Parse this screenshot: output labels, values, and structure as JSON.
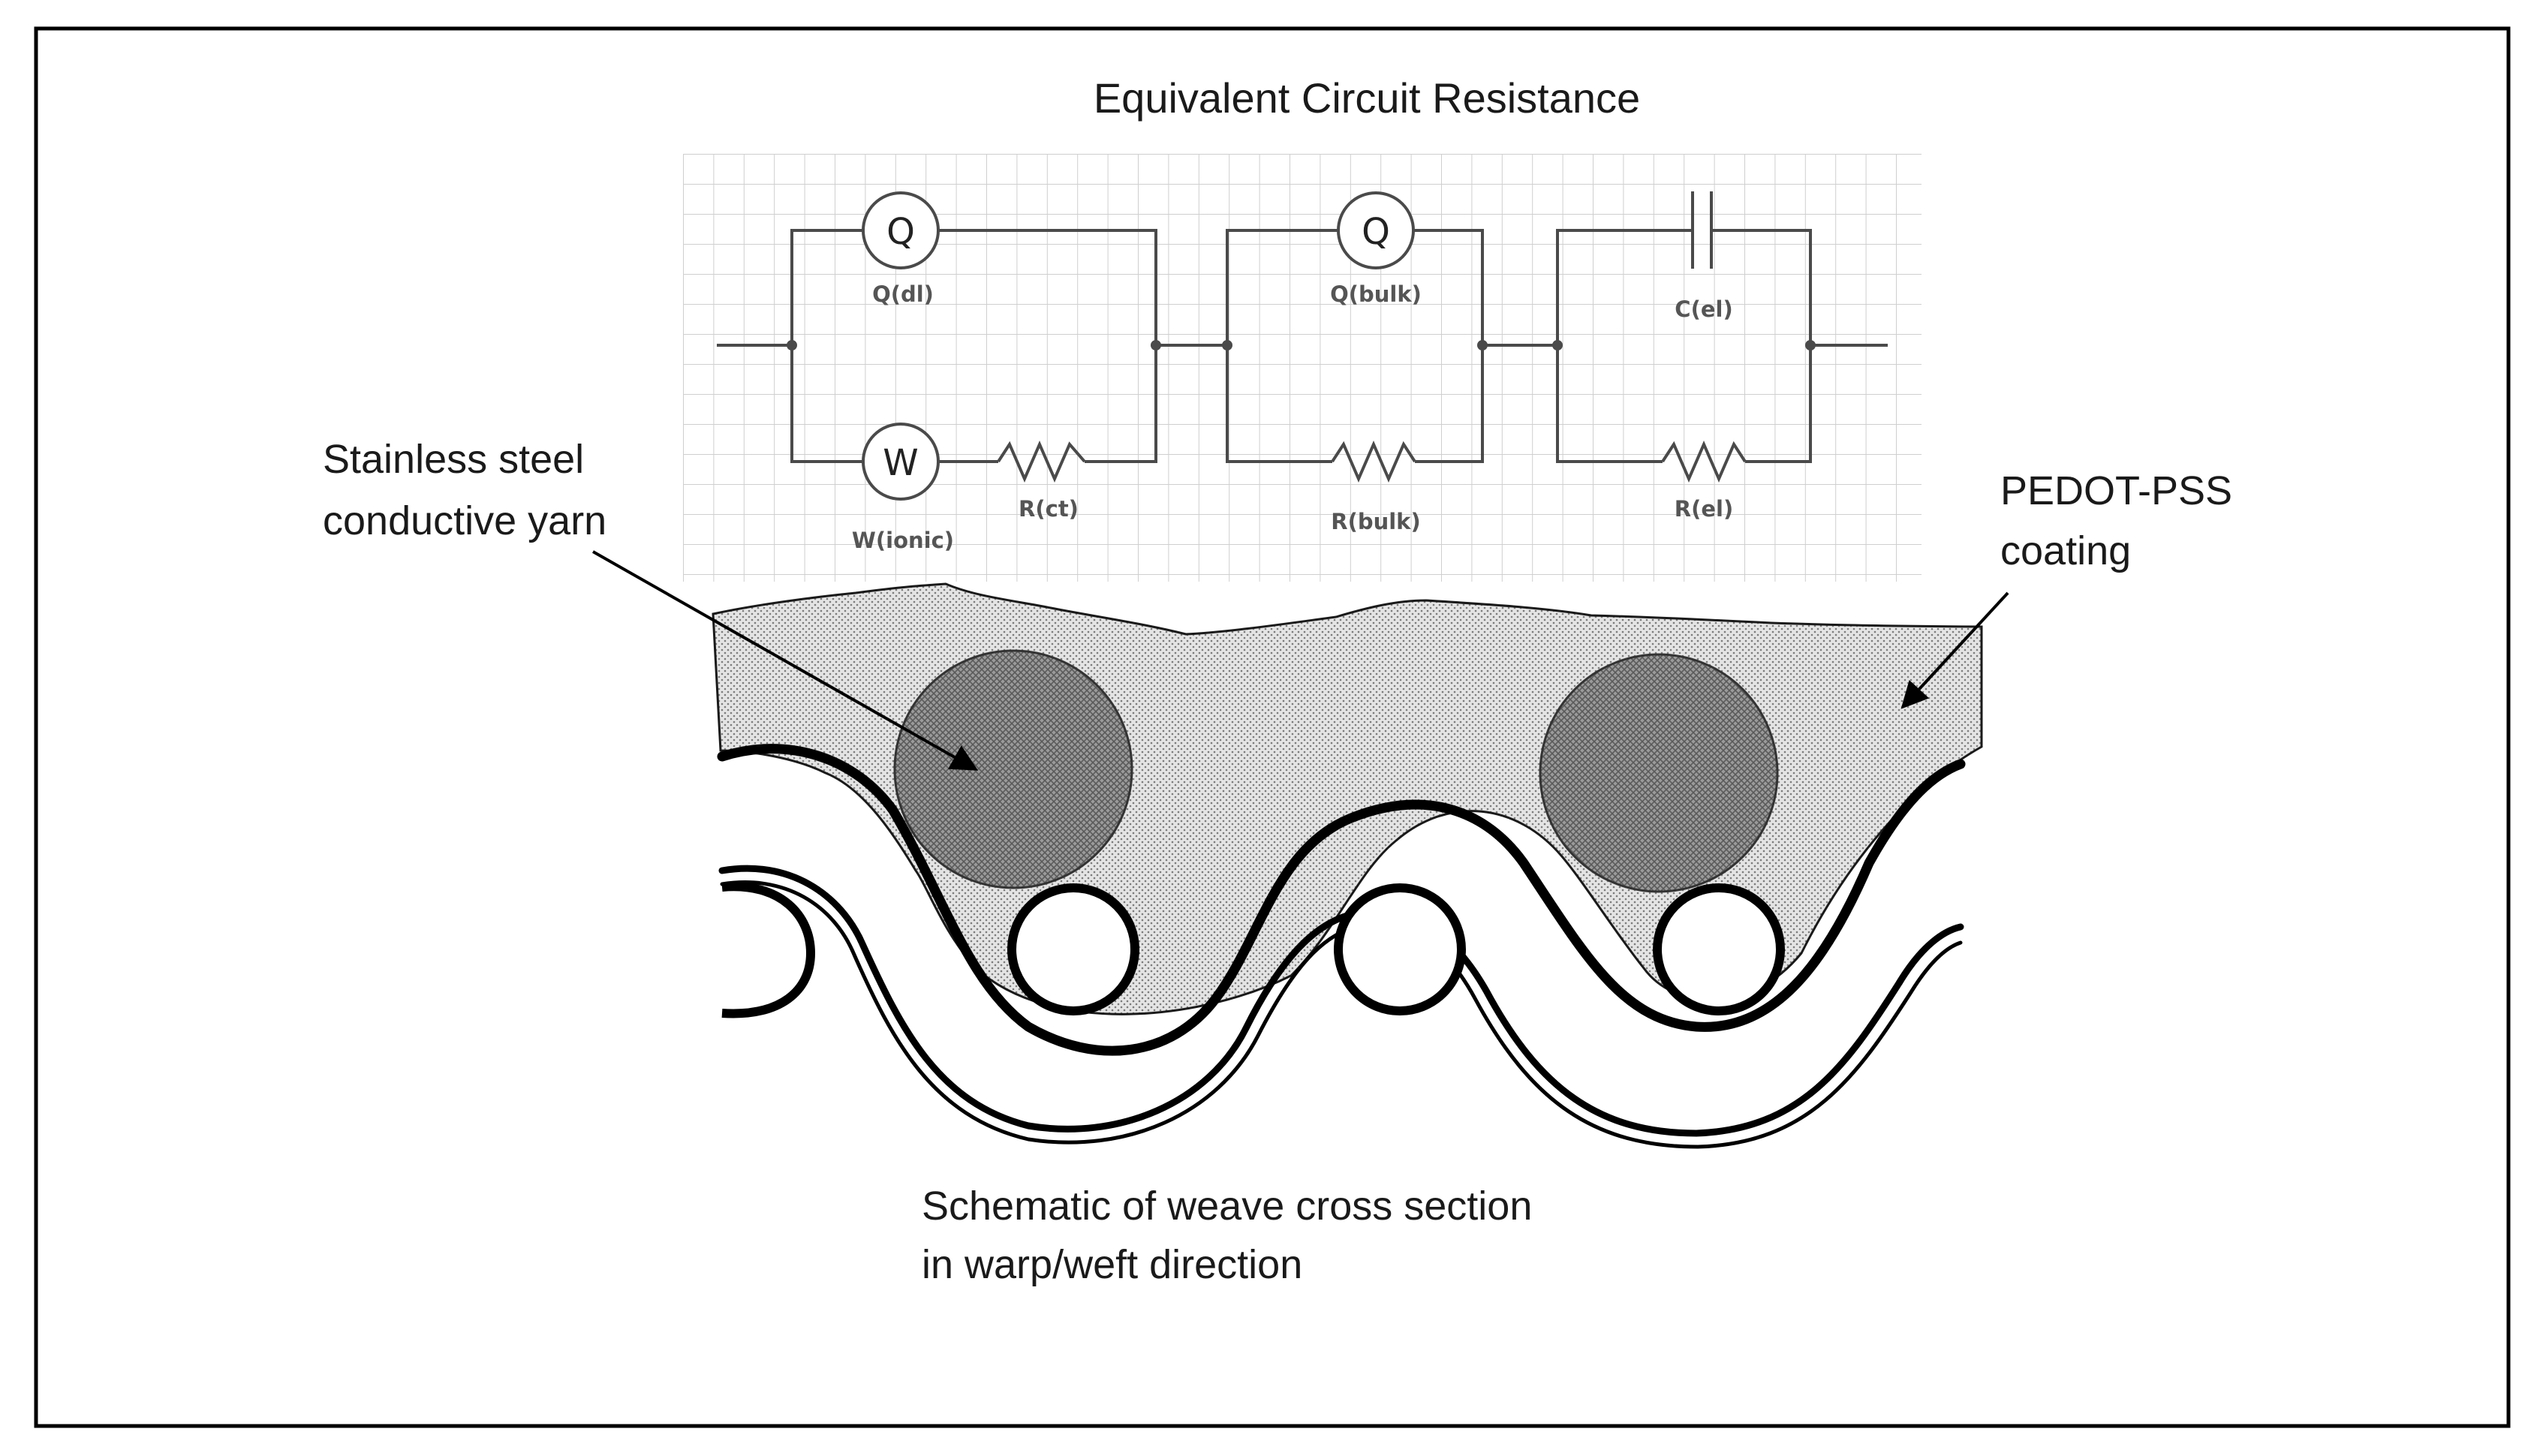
{
  "diagram": {
    "title": "Equivalent Circuit Resistance",
    "circuit": {
      "block1": {
        "top_symbol": "Q",
        "top_label": "Q(dl)",
        "bottom_symbol": "W",
        "bottom_label": "W(ionic)",
        "resistor_label": "R(ct)"
      },
      "block2": {
        "top_symbol": "Q",
        "top_label": "Q(bulk)",
        "resistor_label": "R(bulk)"
      },
      "block3": {
        "capacitor_label": "C(el)",
        "resistor_label": "R(el)"
      }
    },
    "annotations": {
      "yarn_line1": "Stainless steel",
      "yarn_line2": "conductive yarn",
      "coating_line1": "PEDOT-PSS",
      "coating_line2": "coating",
      "caption_line1": "Schematic of weave cross section",
      "caption_line2": "in warp/weft direction"
    },
    "colors": {
      "frame": "#000000",
      "grid": "#cfcfcf",
      "circuit_wire": "#4a4a4a",
      "coating_fill": "#d9d9d9",
      "yarn_fill": "#8a8a8a"
    }
  }
}
